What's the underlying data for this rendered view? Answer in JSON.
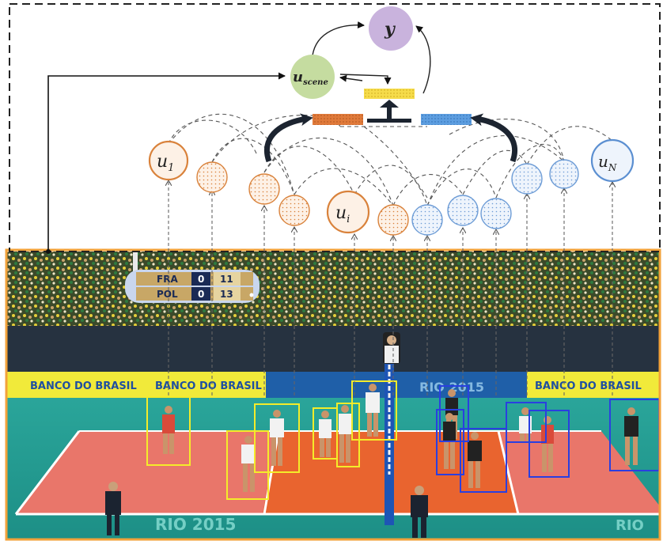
{
  "diagram": {
    "nodes": {
      "y": "y",
      "u_scene": "u",
      "u_scene_sub": "scene",
      "u_1": "u",
      "u_1_sub": "1",
      "u_i": "u",
      "u_i_sub": "i",
      "u_N": "u",
      "u_N_sub": "N"
    },
    "colors": {
      "left_group": "#d9823b",
      "right_group": "#5b8fd1",
      "y_node": "#c9b3dd",
      "scene_node": "#c5dca0",
      "pooled_feature": "#f2d23a",
      "left_feature": "#e07a3a",
      "right_feature": "#3f8ad8",
      "yellow_box": "#f4ec2a",
      "blue_box": "#2a3fe0"
    }
  },
  "scene": {
    "scoreboard": {
      "rows": [
        {
          "team": "FRA",
          "sets": "0",
          "points": "11"
        },
        {
          "team": "POL",
          "sets": "0",
          "points": "13"
        }
      ]
    },
    "banners": {
      "left_1": "BANCO DO BRASIL",
      "left_2": "BANCO DO BRASIL",
      "right": "BANCO DO BRASIL",
      "event": "RIO 2015",
      "floor_logo": "RIO 2015",
      "floor_logo_right": "RIO"
    }
  }
}
